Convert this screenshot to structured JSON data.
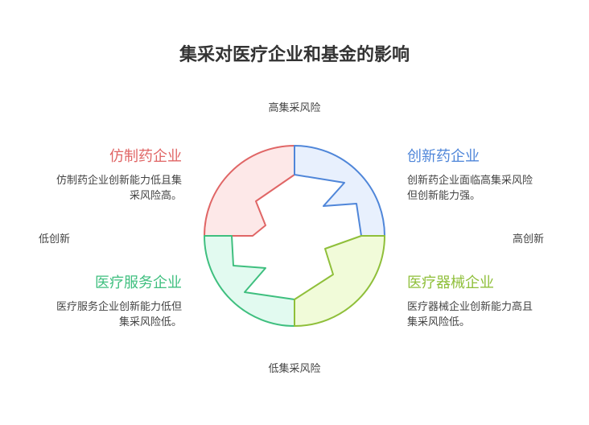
{
  "title": "集采对医疗企业和基金的影响",
  "axes": {
    "top": "高集采风险",
    "bottom": "低集采风险",
    "left": "低创新",
    "right": "高创新"
  },
  "quadrants": {
    "top_left": {
      "title": "仿制药企业",
      "desc_line1": "仿制药企业创新能力低且集",
      "desc_line2": "采风险高。",
      "color": "#e06666",
      "fill": "#fde8e8"
    },
    "top_right": {
      "title": "创新药企业",
      "desc_line1": "创新药企业面临高集采风险",
      "desc_line2": "但创新能力强。",
      "color": "#4f86d9",
      "fill": "#e8f0fd"
    },
    "bottom_left": {
      "title": "医疗服务企业",
      "desc_line1": "医疗服务企业创新能力低但",
      "desc_line2": "集采风险低。",
      "color": "#3fbf7f",
      "fill": "#e2faf0"
    },
    "bottom_right": {
      "title": "医疗器械企业",
      "desc_line1": "医疗器械企业创新能力高且",
      "desc_line2": "集采风险低。",
      "color": "#8fbf3a",
      "fill": "#f1fbd9"
    }
  }
}
